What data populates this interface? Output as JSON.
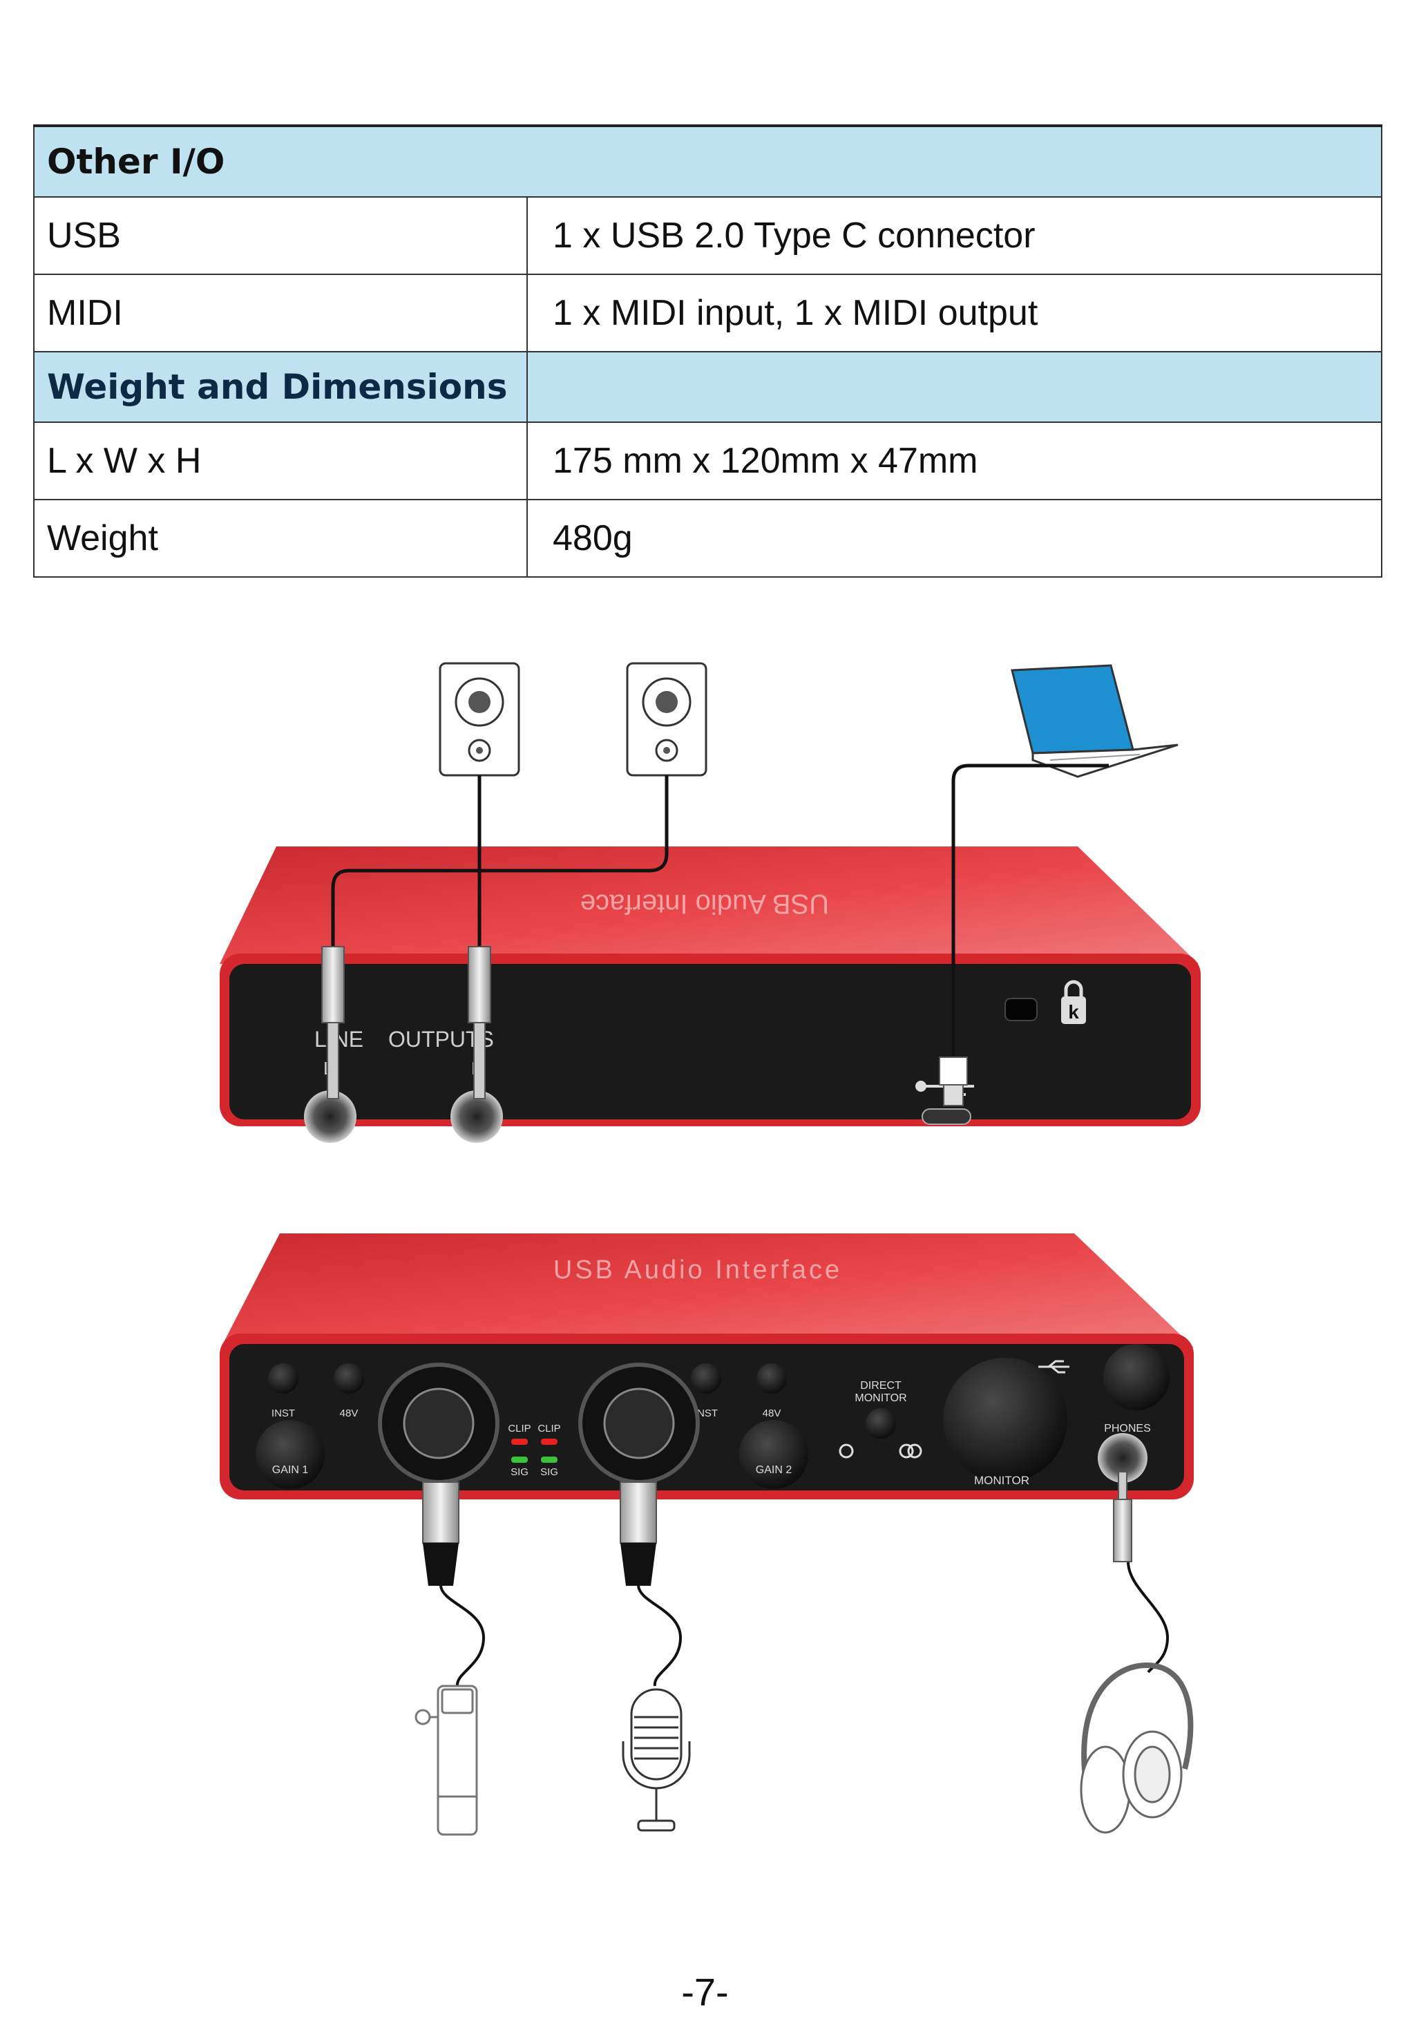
{
  "table": {
    "section_other_io": "Other I/O",
    "rows_other_io": [
      {
        "label": "USB",
        "value": "1 x USB 2.0 Type C connector"
      },
      {
        "label": "MIDI",
        "value": "1 x MIDI input, 1 x MIDI output"
      }
    ],
    "section_weight": "Weight and Dimensions",
    "rows_weight": [
      {
        "label": "L x W x H",
        "value": "175 mm x 120mm x 47mm"
      },
      {
        "label": "Weight",
        "value": "480g"
      }
    ]
  },
  "figure": {
    "back_panel": {
      "top_print": "USB Audio Interface",
      "line": "LINE",
      "output": "OUTPUTS",
      "l": "L",
      "r": "R"
    },
    "front_panel": {
      "top_print": "USB Audio Interface",
      "inst": "INST",
      "v48": "48V",
      "gain1": "GAIN 1",
      "gain2": "GAIN 2",
      "clip": "CLIP",
      "sig": "SIG",
      "direct": "DIRECT",
      "monitor_word": "MONITOR",
      "monitor": "MONITOR",
      "phones": "PHONES"
    },
    "colors": {
      "chassis": "#e2383b",
      "panel": "#1a1a1a"
    }
  },
  "page_number": "-7-"
}
